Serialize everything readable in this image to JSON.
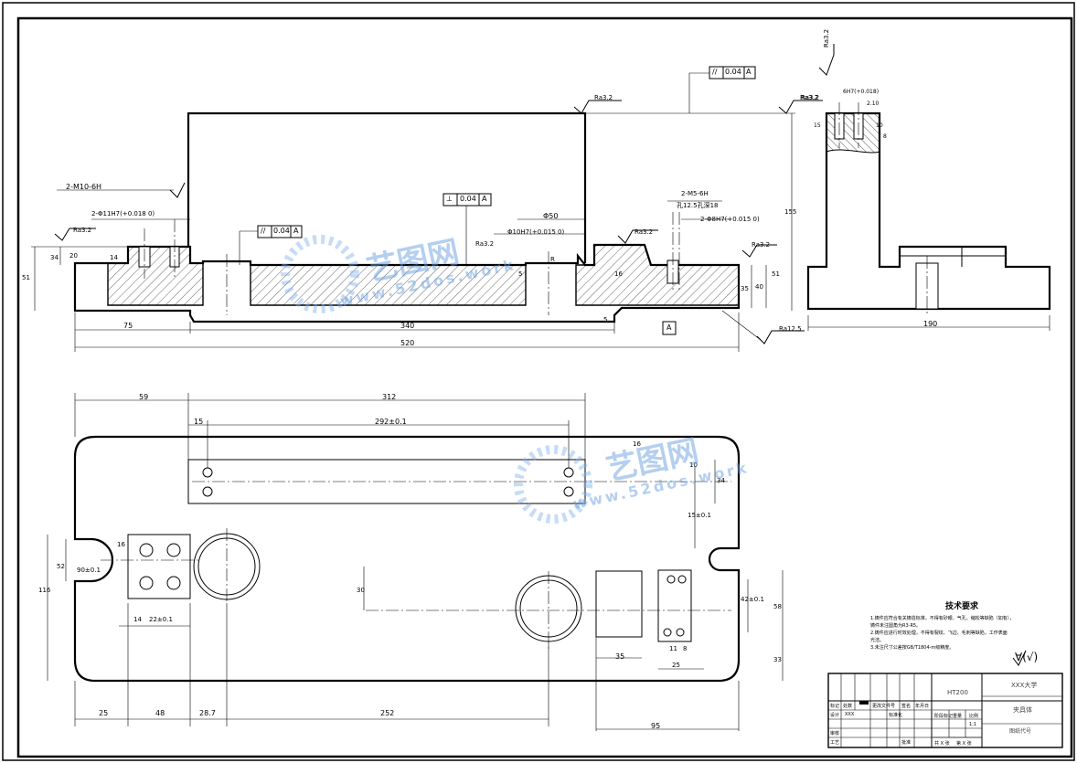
{
  "front_view": {
    "dims_text": [
      "2-M10-6H",
      "2-Φ11H7(+0.018 0)",
      "Ra3.2",
      "Ra3.2",
      "20",
      "34",
      "51",
      "14",
      "75",
      "340",
      "520",
      "Φ50",
      "Φ10H7(+0.015 0)",
      "2-M5-6H",
      "孔12.5孔深18",
      "2-Φ8H7(+0.015 0)",
      "Ra3.2",
      "Ra3.2",
      "Ra3.2",
      "Ra3.2",
      "35",
      "40",
      "51",
      "5",
      "5",
      "Ra12.5",
      "A",
      "155",
      "16",
      "R"
    ],
    "tol_frames": [
      {
        "sym": "//",
        "val": "0.04",
        "datum": "A"
      },
      {
        "sym": "⊥",
        "val": "0.04",
        "datum": "A"
      },
      {
        "sym": "//",
        "val": "0.04",
        "datum": "A"
      }
    ]
  },
  "side_view": {
    "dims_text": [
      "Ra3.2",
      "Ra3.2",
      "6H7(+0.018)",
      "2.10",
      "15",
      "10",
      "8",
      "190"
    ]
  },
  "top_view": {
    "dims_text": [
      "59",
      "312",
      "15",
      "292±0.1",
      "16",
      "10",
      "34",
      "15±0.1",
      "16",
      "52",
      "90±0.1",
      "116",
      "14",
      "22±0.1",
      "30",
      "42±0.1",
      "58",
      "35",
      "11",
      "8",
      "25",
      "33",
      "25",
      "48",
      "28.7",
      "252",
      "95"
    ]
  },
  "tech_requirements": {
    "title": "技术要求",
    "items": [
      "1.铸件应符合有关铸造标准，不得有砂眼、气孔、缩松等缺陷（如有），",
      "铸件未注圆角为R3-R5。",
      "2.铸件应进行时效处理，不得有裂纹、飞边、毛刺等缺陷，工作表面",
      "光洁。",
      "3.未注尺寸公差按GB/T1804-m级精度。"
    ],
    "roughness_symbol": "∀(√)"
  },
  "title_block": {
    "material": "HT200",
    "school": "XXX大学",
    "part_name": "夹具体",
    "drawing_no": "图纸代号",
    "labels": [
      "标记",
      "处数",
      "分区",
      "更改文件号",
      "签名",
      "年月日",
      "设计",
      "XXX",
      "标准化",
      "阶段标记",
      "重量",
      "比例",
      "1:1",
      "审核",
      "工艺",
      "批准",
      "共 X 张",
      "第 X 张"
    ]
  },
  "watermark": {
    "brand": "艺图网",
    "url": "www.52dos.work"
  }
}
